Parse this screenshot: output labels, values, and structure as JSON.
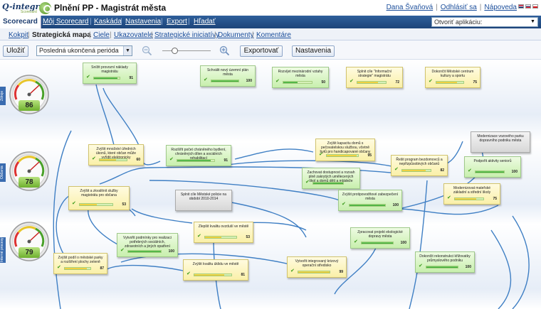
{
  "brand": {
    "name": "Q-integra",
    "tagline": "Scorecard"
  },
  "app_title": "Plnění PP - Magistrát města",
  "top_links": [
    "Dana Švaňová",
    "Odhlásiť sa",
    "Nápoveda"
  ],
  "nav": {
    "active": "Scorecard",
    "items": [
      "Môj Scorecard",
      "Kaskáda",
      "Nastavenia",
      "Export",
      "Hľadať"
    ],
    "app_select": "Otvoriť aplikáciu:"
  },
  "subnav": {
    "items": [
      "Kokpit",
      "Strategická mapa",
      "Ciele",
      "Ukazovatele",
      "Strategické iniciatívy",
      "Dokumenty",
      "Komentáre"
    ],
    "active_index": 1
  },
  "toolbar": {
    "save": "Uložiť",
    "period": "Posledná ukončená perióda",
    "export": "Exportovať",
    "settings": "Nastavenia"
  },
  "zoom": {
    "level": 0.25
  },
  "bands": [
    {
      "label": "Zdroje",
      "gauge_value": "86"
    },
    {
      "label": "Občania",
      "gauge_value": "78"
    },
    {
      "label": "Interné procesy",
      "gauge_value": "79"
    }
  ],
  "cards": [
    {
      "text": "Snížit provozní náklady magistrátu",
      "value": "91",
      "progress": 0.91,
      "color": "green"
    },
    {
      "text": "Schválit nový územní plán města",
      "value": "100",
      "progress": 1.0,
      "color": "green"
    },
    {
      "text": "Rozvíjet mezinárodní vztahy města",
      "value": "50",
      "progress": 0.5,
      "color": "green"
    },
    {
      "text": "Splnit cíle \"Informační strategie\" magistrátu",
      "value": "72",
      "progress": 0.72,
      "color": "yellow"
    },
    {
      "text": "Dokončit Městské centrum kultury a sportu",
      "value": "75",
      "progress": 0.75,
      "color": "yellow"
    },
    {
      "text": "Zvýšit množství úředních úkonů, které občan může vyřídit elektronicky",
      "value": "60",
      "progress": 0.6,
      "color": "yellow"
    },
    {
      "text": "Rozšířit počet chráněného bydlení, chráněných dílen a sociálních rehabilitací",
      "value": "91",
      "progress": 0.91,
      "color": "green"
    },
    {
      "text": "Zvýšit kapacitu domů s pečovatelskou službou, včetně bytů pro handicapované občany",
      "value": "95",
      "progress": 0.95,
      "color": "yellow"
    },
    {
      "text": "Modernizace vozového parku dopravního podniku města",
      "value": "",
      "progress": 0,
      "color": "grey"
    },
    {
      "text": "Řešit program bezdomovců a nepřizpůsobivých občanů",
      "value": "82",
      "progress": 0.82,
      "color": "yellow"
    },
    {
      "text": "Podpořit aktivity seniorů",
      "value": "100",
      "progress": 1.0,
      "color": "green"
    },
    {
      "text": "Zachovat dostupnost a rozsah plně zakrytých umělecených škol a domů dětí a mládeže",
      "value": "",
      "progress": 1.0,
      "color": "green"
    },
    {
      "text": "Zvýšit a zkvalitnit služby magistrátu pro občana",
      "value": "53",
      "progress": 0.53,
      "color": "yellow"
    },
    {
      "text": "Splnit cíle Městské policie na období 2010-2014",
      "value": "",
      "progress": 0,
      "color": "grey"
    },
    {
      "text": "Zvýšit protipovodňové zabezpečení města",
      "value": "100",
      "progress": 1.0,
      "color": "green"
    },
    {
      "text": "Modernizovat mateřské základní a střední školy",
      "value": "75",
      "progress": 0.75,
      "color": "yellow"
    },
    {
      "text": "Zlepšit kvalitu ovzduší ve městě",
      "value": "53",
      "progress": 0.53,
      "color": "yellow"
    },
    {
      "text": "Vytvořit podmínky pro realizaci potřebných sociálních, zdravotních a jiných opatření",
      "value": "100",
      "progress": 1.0,
      "color": "green"
    },
    {
      "text": "Zpracovat projekt ekologické dopravy města",
      "value": "100",
      "progress": 1.0,
      "color": "green"
    },
    {
      "text": "Zvýšit podíl o městské parky a rozšíření plochy zeleně",
      "value": "87",
      "progress": 0.87,
      "color": "yellow"
    },
    {
      "text": "Zvýšit kvalitu úklidu ve městě",
      "value": "81",
      "progress": 0.81,
      "color": "yellow"
    },
    {
      "text": "Vytvořit integrovaný krizový operační středisko",
      "value": "99",
      "progress": 0.99,
      "color": "yellow"
    },
    {
      "text": "Dokončit rekonstrukci křižovatky průmyslového podniku",
      "value": "100",
      "progress": 1.0,
      "color": "green"
    }
  ]
}
